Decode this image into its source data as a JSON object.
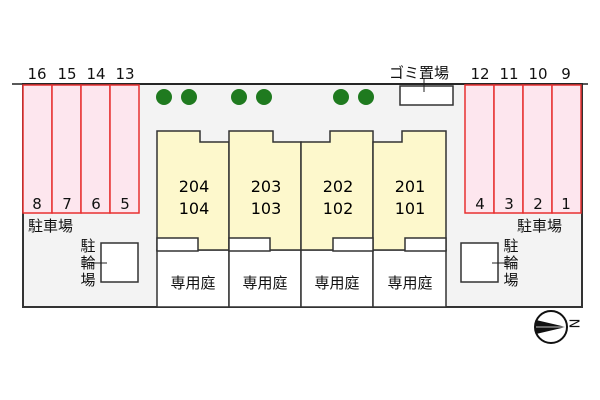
{
  "parking_top_left": [
    "16",
    "15",
    "14",
    "13"
  ],
  "parking_bottom_left": [
    "8",
    "7",
    "6",
    "5"
  ],
  "parking_top_right": [
    "12",
    "11",
    "10",
    "9"
  ],
  "parking_bottom_right": [
    "4",
    "3",
    "2",
    "1"
  ],
  "parking_label": "駐車場",
  "bicycle_label": "駐輪場",
  "garbage_label": "ゴミ置場",
  "garden_label": "専用庭",
  "units": [
    {
      "upper": "204",
      "lower": "104"
    },
    {
      "upper": "203",
      "lower": "103"
    },
    {
      "upper": "202",
      "lower": "102"
    },
    {
      "upper": "201",
      "lower": "101"
    }
  ],
  "compass_label": "N",
  "colors": {
    "parking_fill": "#fde6ee",
    "parking_border": "#e83030",
    "unit_fill": "#fdf8cc",
    "tree": "#1f7a1f",
    "ground": "#f3f3f3"
  }
}
